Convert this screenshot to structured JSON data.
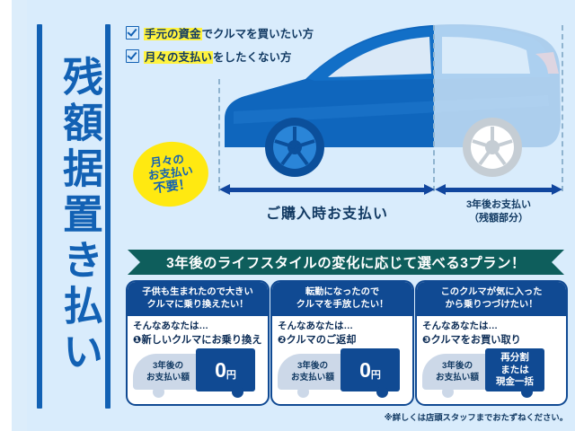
{
  "title_vertical": "残額据置き払い",
  "checklist": {
    "items": [
      {
        "pre": "手元の資金",
        "post": "でクルマを買いたい方"
      },
      {
        "pre": "月々の支払い",
        "post": "をしたくない方"
      }
    ]
  },
  "badge": {
    "line1": "月々の",
    "line2": "お支払い",
    "line3": "不要！"
  },
  "arrows": {
    "left_label": "ご購入時お支払い",
    "right_label_1": "3年後お支払い",
    "right_label_2": "（残額部分）"
  },
  "banner": {
    "text": "3年後のライフスタイルの変化に応じて選べる3プラン！"
  },
  "plans": [
    {
      "headline_1": "子供も生まれたので大きい",
      "headline_2": "クルマに乗り換えたい！",
      "sub": "そんなあなたは…",
      "option": "❶新しいクルマにお乗り換え",
      "car_label_1": "3年後の",
      "car_label_2": "お支払い額",
      "price_num": "0",
      "price_unit": "円"
    },
    {
      "headline_1": "転勤になったので",
      "headline_2": "クルマを手放したい！",
      "sub": "そんなあなたは…",
      "option": "❷クルマのご返却",
      "car_label_1": "3年後の",
      "car_label_2": "お支払い額",
      "price_num": "0",
      "price_unit": "円"
    },
    {
      "headline_1": "このクルマが気に入った",
      "headline_2": "から乗りつづけたい！",
      "sub": "そんなあなたは…",
      "option": "❸クルマをお買い取り",
      "car_label_1": "3年後の",
      "car_label_2": "お支払い額",
      "price_line_1": "再分割",
      "price_line_2": "または",
      "price_line_3": "現金一括"
    }
  ],
  "footnote": "※詳しくは店頭スタッフまでおたずねください。",
  "colors": {
    "brand_blue": "#1261b4",
    "deep_blue": "#104a93",
    "arrow_blue": "#11469e",
    "teal": "#0e5e5c",
    "yellow": "#ffe911",
    "highlight": "#fff33f",
    "background": "#d9ecfc",
    "car_body": "#0f66bd"
  }
}
